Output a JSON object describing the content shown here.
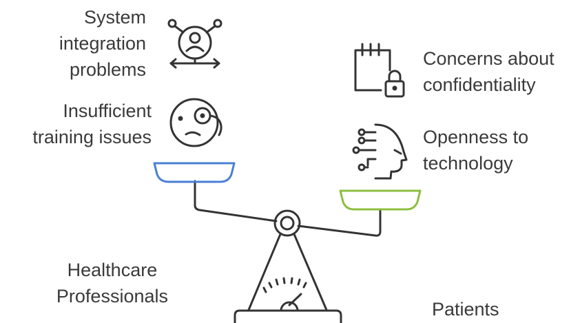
{
  "left_side": {
    "group_label": [
      "Healthcare",
      "Professionals"
    ],
    "items": [
      {
        "lines": [
          "System",
          "integration",
          "problems"
        ],
        "icon": "network-person-icon"
      },
      {
        "lines": [
          "Insufficient",
          "training issues"
        ],
        "icon": "confused-face-icon"
      }
    ],
    "pan_color": "#4a7fd4"
  },
  "right_side": {
    "group_label": [
      "Patients"
    ],
    "items": [
      {
        "lines": [
          "Concerns about",
          "confidentiality"
        ],
        "icon": "calendar-lock-icon"
      },
      {
        "lines": [
          "Openness to",
          "technology"
        ],
        "icon": "ai-head-icon"
      }
    ],
    "pan_color": "#8cbf3f"
  },
  "colors": {
    "stroke": "#333333",
    "text": "#3a3a3a"
  }
}
